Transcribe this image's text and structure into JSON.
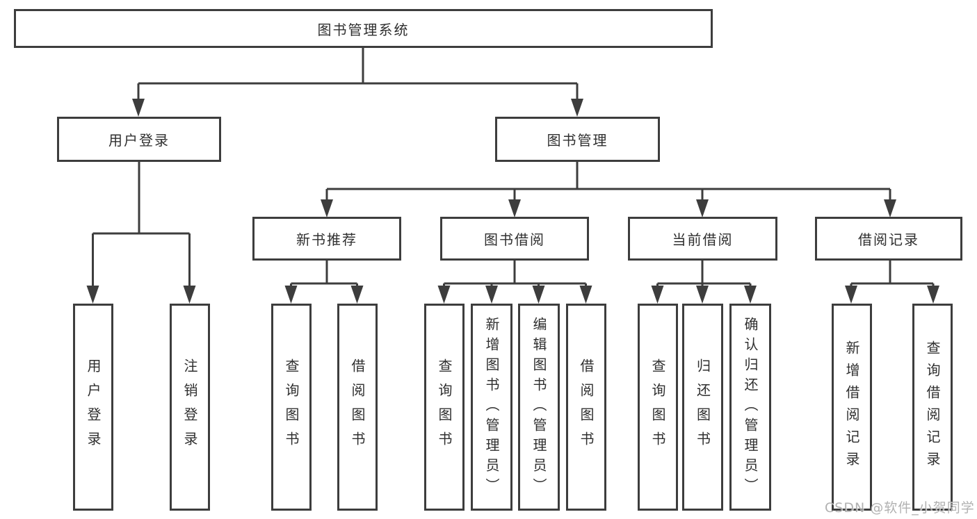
{
  "diagram": {
    "nodes": {
      "root": "图书管理系统",
      "user_login": "用户登录",
      "book_management": "图书管理",
      "new_book_recommend": "新书推荐",
      "book_borrow": "图书借阅",
      "current_borrow": "当前借阅",
      "borrow_records": "借阅记录",
      "leaf_user_login": "用户登录",
      "leaf_logout": "注销登录",
      "leaf_nb_query_books": "查询图书",
      "leaf_nb_borrow_books": "借阅图书",
      "leaf_bb_query_books": "查询图书",
      "leaf_bb_add_books_admin": "新增图书（管理员）",
      "leaf_bb_edit_books_admin": "编辑图书（管理员）",
      "leaf_bb_borrow_books": "借阅图书",
      "leaf_cb_query_books": "查询图书",
      "leaf_cb_return_books": "归还图书",
      "leaf_cb_confirm_return_admin": "确认归还（管理员）",
      "leaf_br_add_record": "新增借阅记录",
      "leaf_br_query_record": "查询借阅记录"
    },
    "watermark": "CSDN @软件_小贺同学",
    "colors": {
      "line": "#3d3d3d",
      "text": "#2f2f2f",
      "watermark": "#a9a9a9",
      "background": "#ffffff"
    }
  }
}
